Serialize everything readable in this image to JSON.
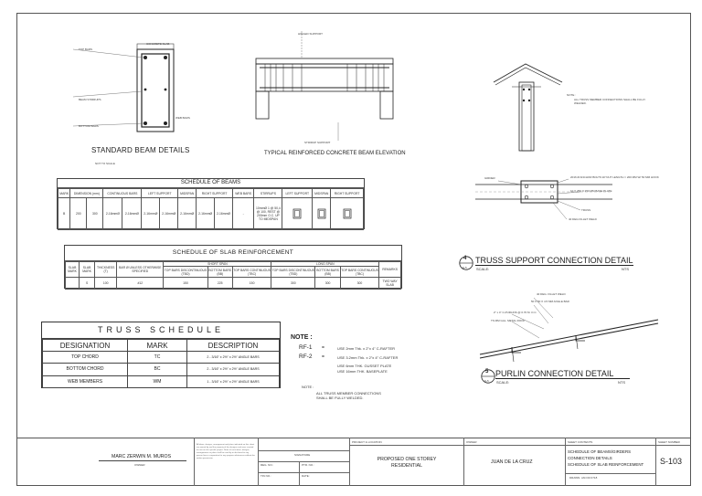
{
  "beam_details": {
    "title": "STANDARD BEAM DETAILS",
    "scale": "NOT    TO    SCALE",
    "labels": [
      "TOP BARS",
      "BEAM STIRRUPS",
      "BOTTOM BARS",
      "CONCRETE SLAB",
      "WEB BARS"
    ]
  },
  "rc_elevation": {
    "title": "TYPICAL REINFORCED CONCRETE BEAM ELEVATION",
    "labels": [
      "HINGED SUPPORT",
      "STIRRUP SUPPORT"
    ]
  },
  "note_top_right": {
    "label": "NOTE :",
    "text": "ALL TRUSS MEMBER CONNECTIONS SHALL BE FULLY WELDED."
  },
  "schedule_beams": {
    "title": "SCHEDULE OF BEAMS",
    "headers": [
      "MARK",
      "DIMENSION (mm)",
      "CONTINUOUS BARS",
      "LEFT SUPPORT",
      "MIDSPAN",
      "RIGHT SUPPORT",
      "WEB BARS",
      "STIRRUPS",
      "LEFT SUPPORT",
      "MIDSPAN",
      "RIGHT SUPPORT"
    ],
    "row": [
      "B",
      "200",
      "300",
      "2-16mmØ",
      "2-16mmØ",
      "2-16mmØ",
      "2-16mmØ",
      "2-16mmØ",
      "2-16mmØ",
      "2-16mmØ",
      "-",
      "10mmØ 1 @ 50,4 @ 100, REST @ 200mm O.C. UP TO MIDSPAN"
    ]
  },
  "schedule_slab": {
    "title": "SCHEDULE OF SLAB REINFORCEMENT",
    "group_short": "SHORT SPAN",
    "group_long": "LONG SPAN",
    "headers": [
      "SLAB MARK",
      "SLAB MARK",
      "THICKNESS (T)",
      "BAR Ø UNLESS OTHERWISE SPECIFIED",
      "TOP BARS DISCONTINUOUS (TBD)",
      "BOTTOM BARS (BB)",
      "TOP BARS CONTINUOUS (TBC)",
      "TOP BARS DISCONTINUOUS (TBD)",
      "BOTTOM BARS (BB)",
      "TOP BARS CONTINUOUS (TBC)",
      "REMARKS"
    ],
    "row": [
      "",
      "S",
      "100",
      "#12",
      "150",
      "225",
      "150",
      "300",
      "300",
      "300",
      "TWO WAY SLAB"
    ]
  },
  "truss_schedule": {
    "title": "TRUSS SCHEDULE",
    "headers": [
      "DESIGNATION",
      "MARK",
      "DESCRIPTION"
    ],
    "rows": [
      [
        "TOP CHORD",
        "TC",
        "2 - 3/16\" x 2½\" x 2½\" ANGLE BARS"
      ],
      [
        "BOTTOM CHORD",
        "BC",
        "2 - 3/16\" x 2½\" x 2½\" ANGLE BARS"
      ],
      [
        "WEB MEMBERS",
        "WM",
        "1 - 3/16\" x 2½\" x 2½\" ANGLE BARS"
      ]
    ]
  },
  "notes_mid": {
    "label": "NOTE :",
    "items": [
      {
        "mark": "RF-1",
        "eq": "=",
        "text": "USE 2mm Thk. x 2\"x 4\" C-RAFTER"
      },
      {
        "mark": "RF-2",
        "eq": "=",
        "text": "USE 3.2mm Thk. x 2\"x 4\" C-RAFTER"
      }
    ],
    "extra": [
      "USE 6mm THK. GUSSET PLATE",
      "USE 16mm THK. BASEPLATE"
    ],
    "note2_label": "NOTE :",
    "note2_text": "ALL TRUSS MEMBER CONNECTIONS SHALL BE FULLY WELDED."
  },
  "truss_support": {
    "num": "4",
    "sheet": "S-5",
    "title": "TRUSS SUPPORT CONNECTION DETAIL",
    "scale_label": "SCALE:",
    "scale": "NTS",
    "labels": [
      "GIRDER",
      "2016 Ø ANCHOR BOLTS W/ NUT LENGTH = 200 MM W/ 50 MM HOOK",
      "10 X 250 X 250 MM BASE PLATE",
      "TRUSS",
      "40 DEG FILLET WELD"
    ]
  },
  "purlin": {
    "num": "5",
    "sheet": "S-5",
    "title": "PURLIN CONNECTION DETAIL",
    "scale_label": "SCALE:",
    "scale": "NTS",
    "labels": [
      "40 DEG. FILLET WELD",
      "50 X 50 X 4.5 MM ANGLE BAR",
      "2\" x 4\" C-PURLINS @ 0.70 M. O.C.",
      "TS MM GAL. METAL ROOF"
    ]
  },
  "title_block": {
    "engineer": "MARC ZERWIN M. MUROS",
    "engineer_role": "OWNER",
    "disclaimer": "All ideas, designs, arrangement and plans indicated on this sheet are owned by and the property of the designer and were created for use on this specific project. None of such ideas, designs, arrangements or plans shall be used by or disclosed to any person firm or corporation for any purpose whatsoever without the written permission.",
    "reg_label": "REG. NO.:",
    "ptr_label": "PTR. NO.:",
    "tin_label": "TIN NO.:",
    "date_label": "DATE:",
    "signature_label": "SIGNATURE",
    "project_label": "PROJECT & LOCATION",
    "project": "PROPOSED ONE STOREY RESIDENTIAL",
    "owner_label": "OWNER",
    "owner": "JUAN DE LA CRUZ",
    "sheet_contents_label": "SHEET CONTENTS",
    "sheet_contents": [
      "SCHEDULE OF BEAMS/GIRDERS",
      "CONNECTION DETAILS",
      "SCHEDULE OF SLAB    REINFORCEMENT"
    ],
    "drawn_label": "DRAWN: JAN 00 0718",
    "sheet_number_label": "SHEET NUMBER",
    "sheet_number": "S-103"
  }
}
